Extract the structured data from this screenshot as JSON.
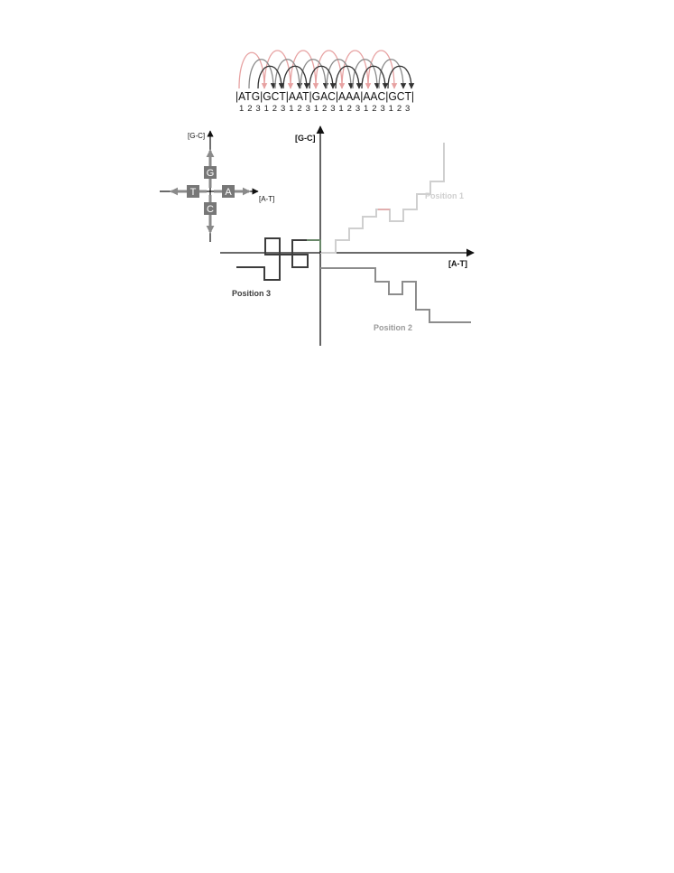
{
  "sequence": {
    "codons_text": "|ATG|GCT|AAT|GAC|AAA|AAC|GCT|",
    "positions_text": "1 2 3  1 2 3  1 2 3  1 2 3  1 2 3  1 2 3  1 2 3"
  },
  "legend": {
    "y_axis_label": "[G-C]",
    "x_axis_label": "[A-T]",
    "letters": {
      "G": "G",
      "T": "T",
      "A": "A",
      "C": "C"
    }
  },
  "walk_plot": {
    "y_axis_label": "[G-C]",
    "x_axis_label": "[A-T]",
    "series_labels": {
      "position1": "Position 1",
      "position2": "Position 2",
      "position3": "Position 3"
    }
  },
  "colors": {
    "axis": "#111111",
    "arrow_gray": "#8a8a8a",
    "arc_pink": "#e7a2a2",
    "arc_dark": "#3a3a3a",
    "position1": "#cfcfcf",
    "position2": "#8c8c8c",
    "position3": "#3c3c3c",
    "green_accent": "#78a078",
    "box_fill": "#777777"
  }
}
